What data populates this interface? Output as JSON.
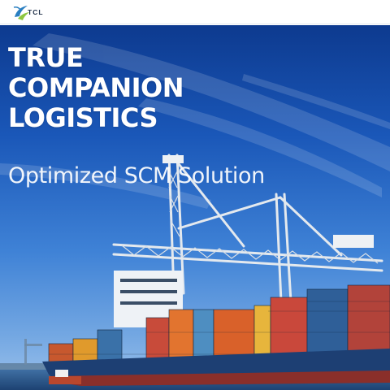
{
  "header": {
    "logo_text": "TCL"
  },
  "hero": {
    "headline_lines": [
      "TRUE",
      "COMPANION",
      "LOGISTICS"
    ],
    "tagline": "Optimized SCM Solution"
  },
  "colors": {
    "sky_top": "#0d3a8f",
    "sky_bottom": "#9ec3ec",
    "hull": "#1d3f73",
    "logo_green": "#8dc63f",
    "logo_blue": "#2a7fc1"
  }
}
